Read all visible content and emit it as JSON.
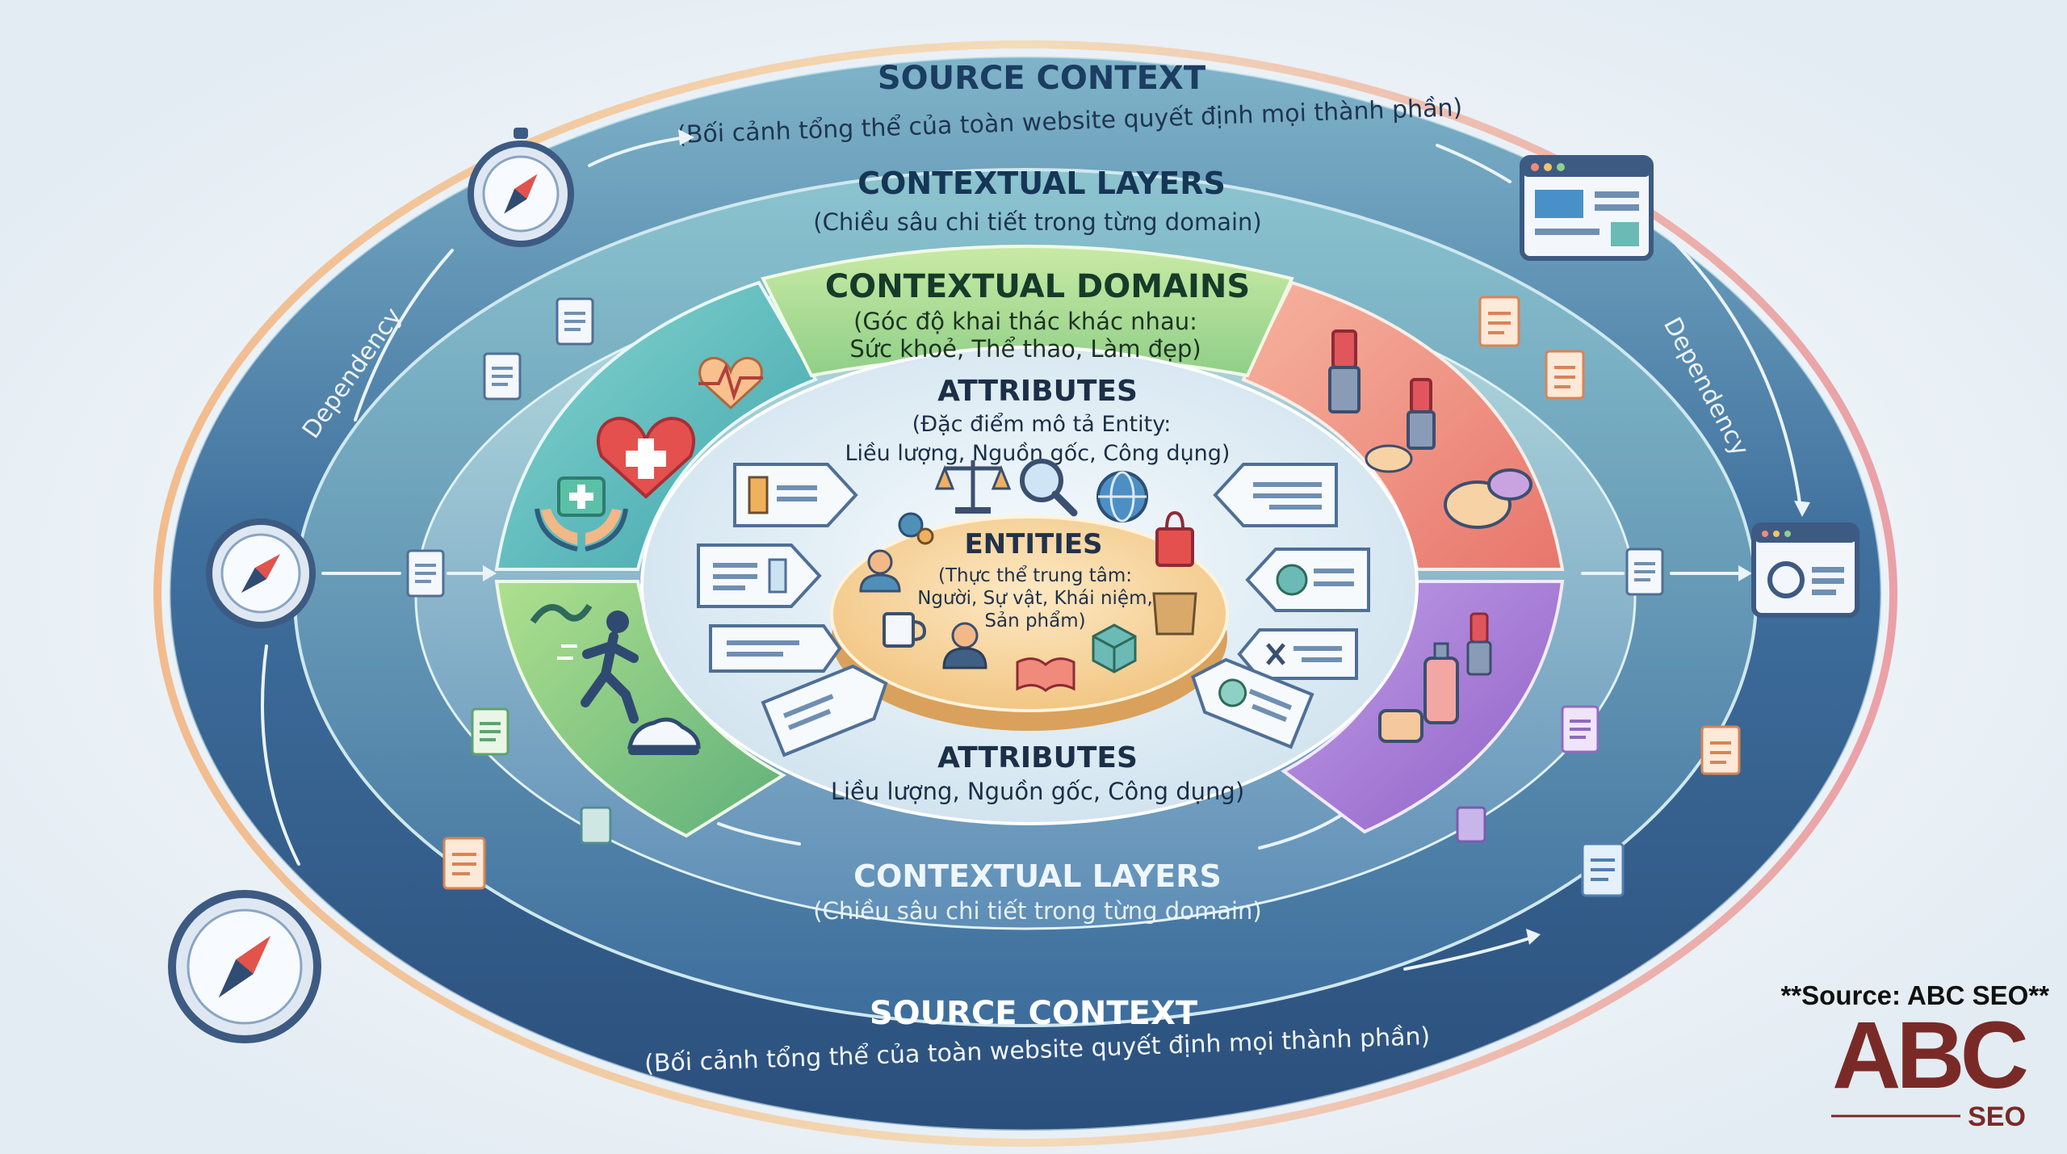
{
  "rings": {
    "source_top": {
      "title": "SOURCE CONTEXT",
      "subtitle": "(Bối cảnh tổng thể của toàn website quyết định mọi thành phần)"
    },
    "layers_top": {
      "title": "CONTEXTUAL LAYERS",
      "subtitle": "(Chiều sâu chi tiết trong từng domain)"
    },
    "domains": {
      "title": "CONTEXTUAL DOMAINS",
      "line1": "(Góc độ khai thác khác nhau:",
      "line2": "Sức khoẻ, Thể thao, Làm đẹp)"
    },
    "attributes_top": {
      "title": "ATTRIBUTES",
      "line1": "(Đặc điểm mô tả Entity:",
      "line2": "Liều lượng, Nguồn gốc, Công dụng)"
    },
    "entities": {
      "title": "ENTITIES",
      "line1": "(Thực thể trung tâm:",
      "line2": "Người, Sự vật, Khái niệm,",
      "line3": "Sản phẩm)"
    },
    "attributes_bottom": {
      "title": "ATTRIBUTES",
      "subtitle": "Liều lượng, Nguồn gốc, Công dụng)"
    },
    "layers_bottom": {
      "title": "CONTEXTUAL LAYERS",
      "subtitle": "(Chiều sâu chi tiết trong từng domain)"
    },
    "source_bottom": {
      "title": "SOURCE CONTEXT",
      "subtitle": "(Bối cảnh tổng thể của toàn website quyết định mọi thành phần)"
    }
  },
  "dependency_left": "Dependency",
  "dependency_right": "Dependency",
  "credit": "**Source: ABC SEO**",
  "logo": {
    "letters": "ABC",
    "tag": "SEO",
    "color": "#7a2a26"
  },
  "colors": {
    "outer_ring": "#3d6a9a",
    "middle_ring": "#4f82ad",
    "health": "#4fb3b0",
    "sport": "#7cc36d",
    "beauty_top": "#ef8f80",
    "beauty_bottom": "#9b6fcf",
    "domain_banner": "#a9d88e",
    "entity_disk": "#f6d59a",
    "title_text": "#1f3f63"
  },
  "icons": [
    "compass-icon",
    "browser-window-icon",
    "document-icon",
    "heart-medical-icon",
    "heartbeat-icon",
    "medical-kit-hands-icon",
    "runner-icon",
    "sneaker-icon",
    "lipstick-icon",
    "cream-jar-icon",
    "perfume-icon",
    "price-tag-icon",
    "scale-icon",
    "magnifier-icon",
    "globe-icon",
    "person-icon",
    "mug-icon",
    "box-icon",
    "book-icon",
    "shopping-bag-icon"
  ]
}
